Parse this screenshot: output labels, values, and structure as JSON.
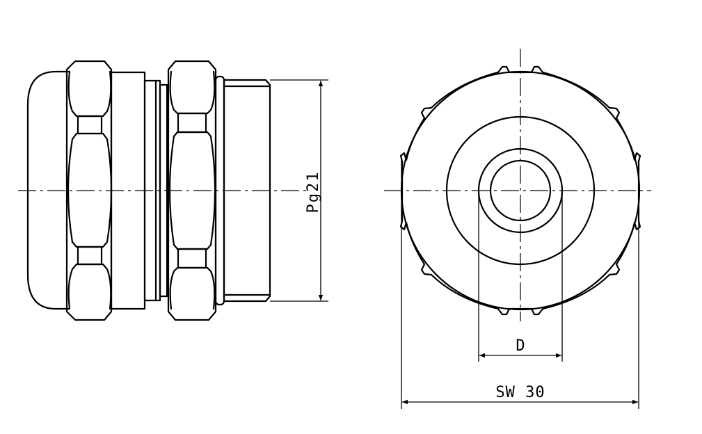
{
  "drawing": {
    "labels": {
      "thread": "Pg21",
      "bore": "D",
      "wrench": "SW 30"
    }
  }
}
